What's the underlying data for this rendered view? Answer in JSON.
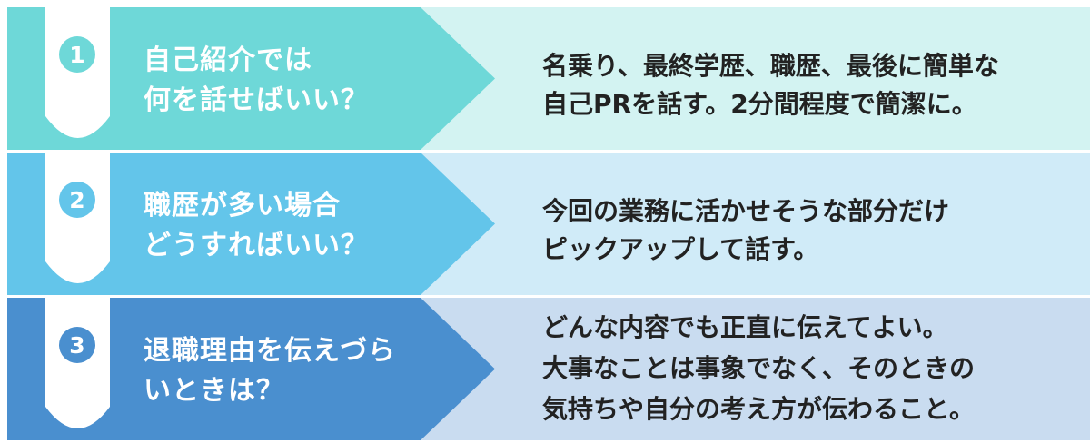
{
  "colors": {
    "background": "#ffffff",
    "tab": "#ffffff",
    "question_text": "#ffffff",
    "answer_text": "#222222"
  },
  "rows": [
    {
      "number": "1",
      "arrow_color": "#6ed8d8",
      "answer_bg_color": "#d3f3f2",
      "question_lines": [
        "自己紹介では",
        "何を話せばいい？"
      ],
      "answer_lines": [
        "名乗り、最終学歴、職歴、最後に簡単な",
        "自己PRを話す。2分間程度で簡潔に。"
      ]
    },
    {
      "number": "2",
      "arrow_color": "#63c5ea",
      "answer_bg_color": "#d0ebf8",
      "question_lines": [
        "職歴が多い場合",
        "どうすればいい？"
      ],
      "answer_lines": [
        "今回の業務に活かせそうな部分だけ",
        "ピックアップして話す。"
      ]
    },
    {
      "number": "3",
      "arrow_color": "#4a8fcf",
      "answer_bg_color": "#c9dcf0",
      "question_lines": [
        "退職理由を伝えづら",
        "いときは？"
      ],
      "answer_lines": [
        "どんな内容でも正直に伝えてよい。",
        "大事なことは事象でなく、そのときの",
        "気持ちや自分の考え方が伝わること。"
      ]
    }
  ]
}
